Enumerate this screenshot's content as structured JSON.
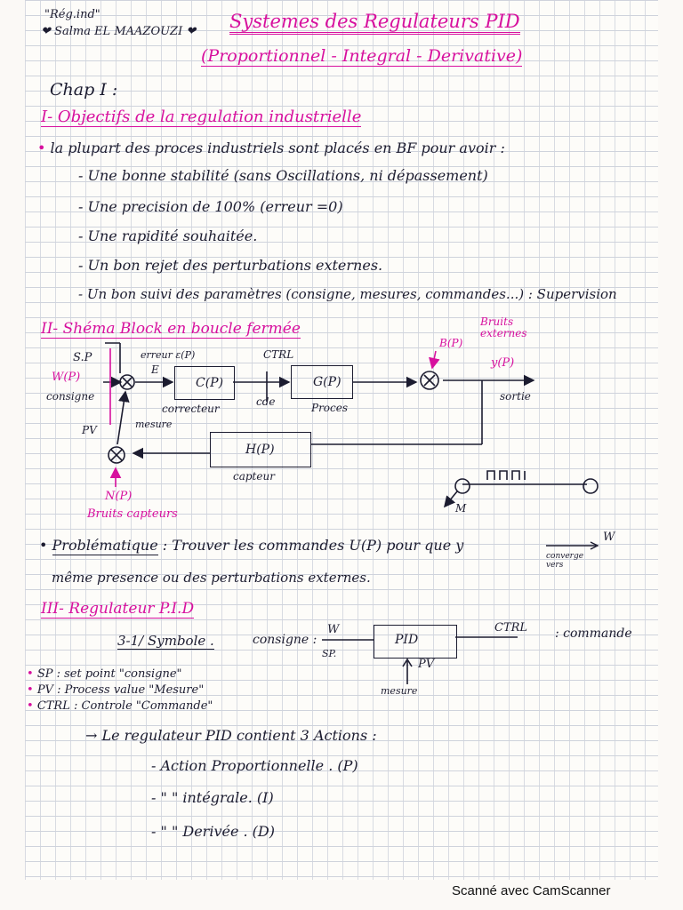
{
  "header": {
    "author_line1": "\"Rég.ind\"",
    "author_line2": "Salma EL MAAZOUZI",
    "title": "Systemes des Regulateurs PID",
    "subtitle": "(Proportionnel - Integral - Derivative)"
  },
  "chap": "Chap I :",
  "section1": {
    "title": "I- Objectifs de la regulation industrielle",
    "intro": "la plupart des proces industriels sont placés en BF pour avoir :",
    "items": [
      "- Une bonne stabilité (sans Oscillations, ni dépassement)",
      "- Une precision de 100% (erreur =0)",
      "- Une rapidité souhaitée.",
      "- Un bon rejet des perturbations externes.",
      "- Un bon suivi des paramètres (consigne, mesures, commandes...) : Supervision"
    ]
  },
  "section2": {
    "title": "II- Shéma Block en boucle fermée",
    "diagram": {
      "sp": "S.P",
      "wp": "W(P)",
      "consigne": "consigne",
      "pv": "PV",
      "erreur": "erreur",
      "epsilon": "ε(P)",
      "e": "E",
      "ctrl": "CTRL",
      "cp": "C(P)",
      "correcteur": "correcteur",
      "cde": "cde",
      "gp": "G(P)",
      "proces": "Proces",
      "bp": "B(P)",
      "bruits_ext": "Bruits externes",
      "yp": "y(P)",
      "sortie": "sortie",
      "mesure": "mesure",
      "hp": "H(P)",
      "capteur": "capteur",
      "np": "N(P)",
      "bruits_capteurs": "Bruits capteurs",
      "m": "M"
    }
  },
  "problematique": {
    "label": "Problématique",
    "text": ": Trouver les commandes U(P) pour que y",
    "arrow_top": "W",
    "arrow_bottom": "converge vers",
    "line2": "même presence ou des perturbations externes."
  },
  "section3": {
    "title": "III- Regulateur P.I.D",
    "subtitle": "3-1/ Symbole .",
    "consigne": "consigne :",
    "w": "W",
    "sp": "SP.",
    "pid": "PID",
    "ctrl": "CTRL",
    "commande": ": commande",
    "pv": "PV",
    "mesure": "mesure",
    "defs": [
      "SP : set point \"consigne\"",
      "PV : Process value \"Mesure\"",
      "CTRL : Controle \"Commande\""
    ],
    "actions_intro": "Le regulateur PID contient 3 Actions :",
    "actions": [
      "- Action Proportionnelle . (P)",
      "- \" \" intégrale. (I)",
      "- \" \" Derivée . (D)"
    ]
  },
  "footer": "Scanné avec CamScanner",
  "colors": {
    "ink": "#1c1c30",
    "pink": "#d7109e",
    "grid": "#cfd3dc"
  }
}
